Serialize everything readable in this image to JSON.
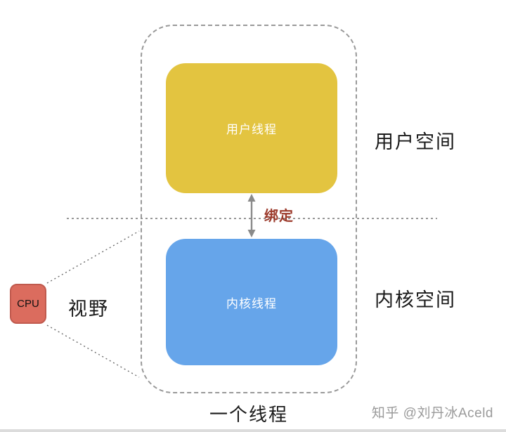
{
  "diagram": {
    "user_thread_label": "用户线程",
    "kernel_thread_label": "内核线程",
    "binding_label": "绑定",
    "user_space_label": "用户空间",
    "kernel_space_label": "内核空间",
    "cpu_label": "CPU",
    "view_label": "视野",
    "one_thread_label": "一个线程",
    "watermark": "知乎 @刘丹冰Aceld",
    "colors": {
      "user_thread_fill": "#E3C440",
      "kernel_thread_fill": "#66A5EA",
      "cpu_fill": "#DB6C5E",
      "cpu_border": "#C05A4E",
      "binding_text": "#9C3B2C",
      "dash_border": "#999999",
      "line_color": "#777777",
      "text_dark": "#1A1A1A",
      "watermark_text": "#9A9A9A"
    }
  }
}
